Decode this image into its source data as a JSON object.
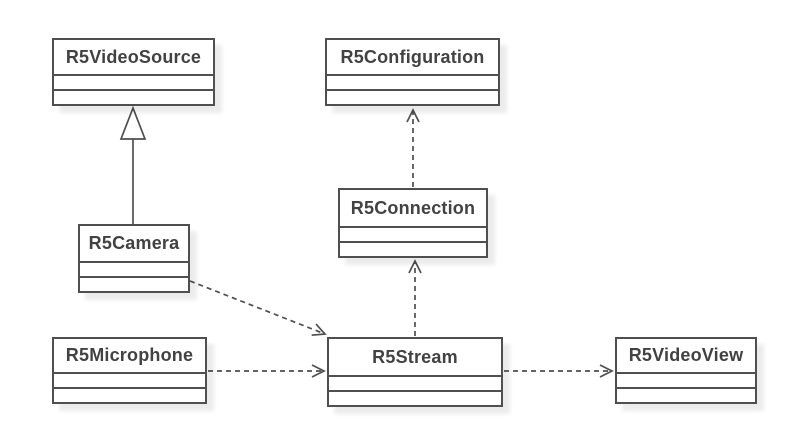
{
  "diagram": {
    "type": "uml-class-diagram",
    "background_color": "#ffffff",
    "stroke_color": "#4f4f4f",
    "text_color": "#424242",
    "shadow_color": "#ececec",
    "classes": [
      {
        "name": "R5VideoSource"
      },
      {
        "name": "R5Configuration"
      },
      {
        "name": "R5Connection"
      },
      {
        "name": "R5Camera"
      },
      {
        "name": "R5Microphone"
      },
      {
        "name": "R5Stream"
      },
      {
        "name": "R5VideoView"
      }
    ],
    "relationships": [
      {
        "from": "R5Camera",
        "to": "R5VideoSource",
        "type": "generalization",
        "line": "solid",
        "arrowhead": "hollow-triangle"
      },
      {
        "from": "R5Connection",
        "to": "R5Configuration",
        "type": "dependency",
        "line": "dashed",
        "arrowhead": "open"
      },
      {
        "from": "R5Stream",
        "to": "R5Connection",
        "type": "dependency",
        "line": "dashed",
        "arrowhead": "open"
      },
      {
        "from": "R5Camera",
        "to": "R5Stream",
        "type": "dependency",
        "line": "dashed",
        "arrowhead": "open"
      },
      {
        "from": "R5Microphone",
        "to": "R5Stream",
        "type": "dependency",
        "line": "dashed",
        "arrowhead": "open"
      },
      {
        "from": "R5Stream",
        "to": "R5VideoView",
        "type": "dependency",
        "line": "dashed",
        "arrowhead": "open"
      }
    ]
  }
}
